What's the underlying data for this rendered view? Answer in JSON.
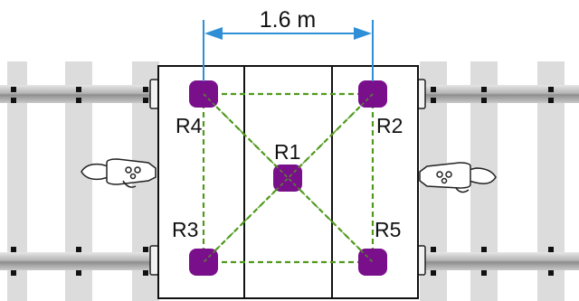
{
  "dimension": {
    "label": "1.6 m"
  },
  "sensors": [
    {
      "id": "R1",
      "label": "R1"
    },
    {
      "id": "R2",
      "label": "R2"
    },
    {
      "id": "R3",
      "label": "R3"
    },
    {
      "id": "R4",
      "label": "R4"
    },
    {
      "id": "R5",
      "label": "R5"
    }
  ],
  "colors": {
    "sensor": "#7a0f8c",
    "links": "#4f9a1c",
    "dimension_arrow": "#2f8fd6",
    "ties": "#d9d9d9",
    "rail": "#a9a9a9",
    "platform_outline": "#111111"
  }
}
